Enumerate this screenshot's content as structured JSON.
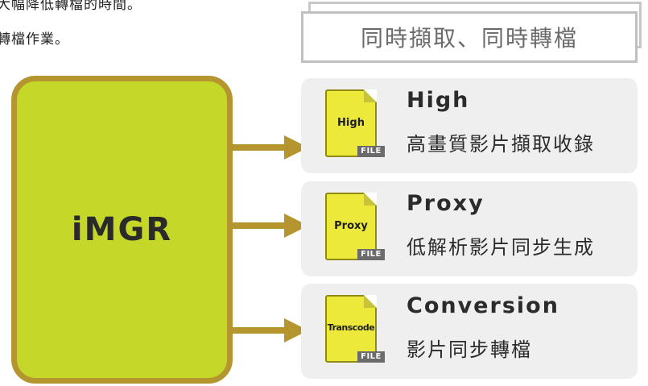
{
  "intro": {
    "line1": "大幅降低轉檔的時間。",
    "line2": "轉檔作業。"
  },
  "header": {
    "title": "同時擷取、同時轉檔"
  },
  "main": {
    "label": "iMGR"
  },
  "colors": {
    "main_fill": "#c5d82a",
    "main_border": "#b5962e",
    "arrow": "#b5962e",
    "file_fill": "#ece93a",
    "card_bg": "#efefef",
    "header_border": "#c0c0c0",
    "header_text": "#6a6a6a"
  },
  "cards": [
    {
      "file_label": "High",
      "file_tag": "FILE",
      "title": "High",
      "desc": "高畫質影片擷取收錄",
      "icon": "file-icon"
    },
    {
      "file_label": "Proxy",
      "file_tag": "FILE",
      "title": "Proxy",
      "desc": "低解析影片同步生成",
      "icon": "file-icon"
    },
    {
      "file_label": "Transcode",
      "file_tag": "FILE",
      "title": "Conversion",
      "desc": "影片同步轉檔",
      "icon": "file-icon"
    }
  ]
}
